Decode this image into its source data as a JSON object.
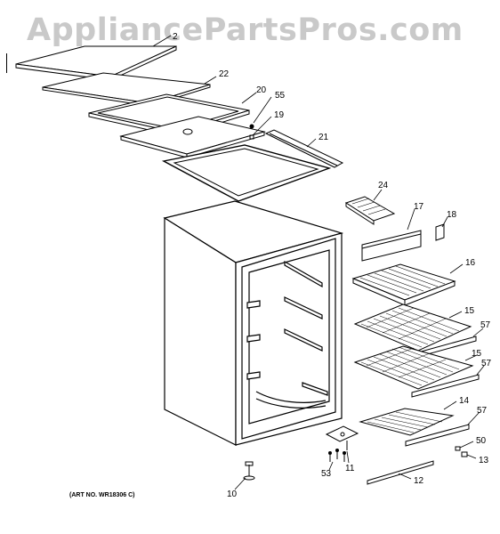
{
  "watermark": "AppliancePartsPros.com",
  "art_number": "(ART NO. WR18306 C)",
  "callouts": {
    "c2": "2",
    "c22": "22",
    "c20": "20",
    "c55": "55",
    "c19": "19",
    "c21": "21",
    "c24": "24",
    "c17": "17",
    "c18": "18",
    "c16": "16",
    "c15a": "15",
    "c57a": "57",
    "c15b": "15",
    "c57b": "57",
    "c14": "14",
    "c57c": "57",
    "c50": "50",
    "c13": "13",
    "c11": "11",
    "c53": "53",
    "c12": "12",
    "c10": "10"
  }
}
